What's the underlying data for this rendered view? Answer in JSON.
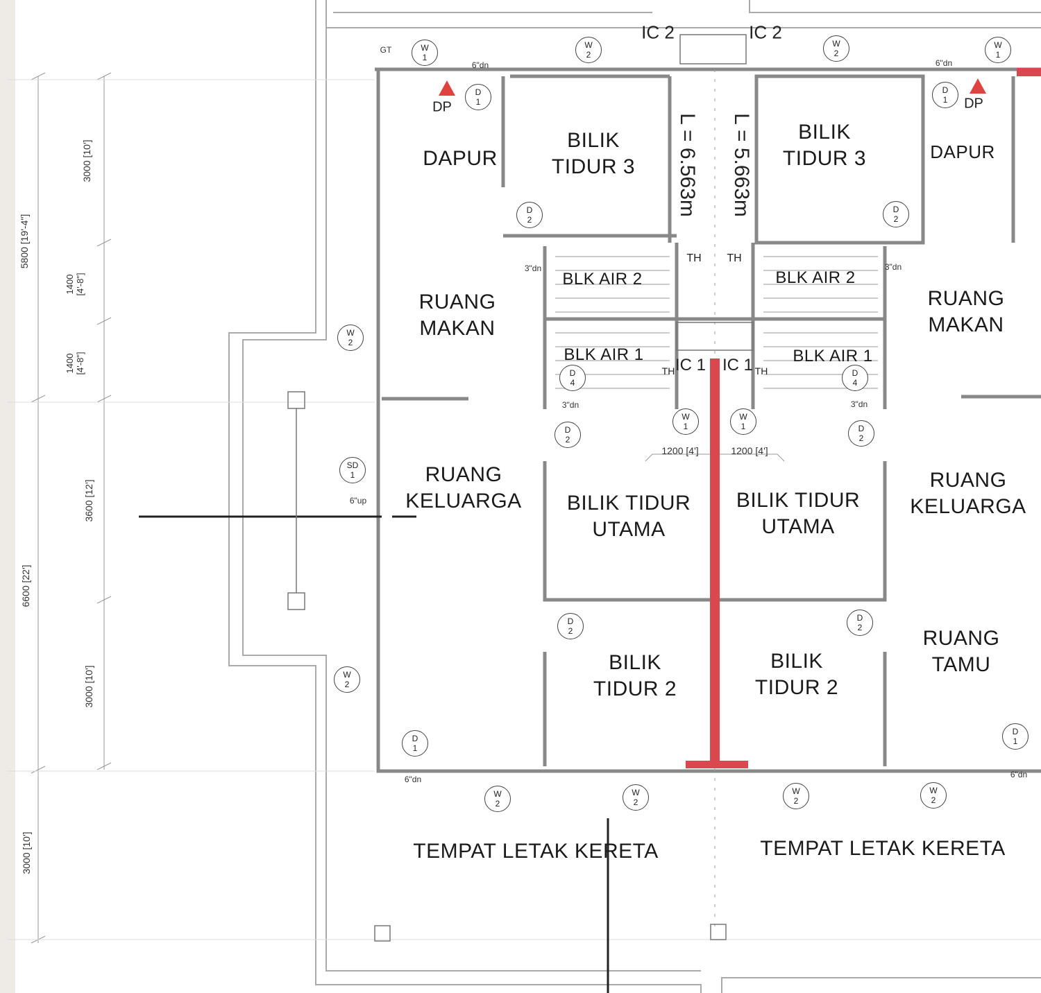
{
  "colors": {
    "party_wall": "#d9474f",
    "drain_point": "#e0433f",
    "wall": "#9a9a9a",
    "background": "#ffffff"
  },
  "rooms": {
    "dapur_left": "DAPUR",
    "dapur_right": "DAPUR",
    "bilik_tidur_3_left": [
      "BILIK",
      "TIDUR 3"
    ],
    "bilik_tidur_3_right": [
      "BILIK",
      "TIDUR 3"
    ],
    "ruang_makan_left": [
      "RUANG",
      "MAKAN"
    ],
    "ruang_makan_right": [
      "RUANG",
      "MAKAN"
    ],
    "blk_air_2_left": "BLK AIR 2",
    "blk_air_2_right": "BLK AIR 2",
    "blk_air_1_left": "BLK AIR 1",
    "blk_air_1_right": "BLK AIR 1",
    "ruang_keluarga_left": [
      "RUANG",
      "KELUARGA"
    ],
    "ruang_keluarga_right": [
      "RUANG",
      "KELUARGA"
    ],
    "bilik_tidur_utama_left": [
      "BILIK TIDUR",
      "UTAMA"
    ],
    "bilik_tidur_utama_right": [
      "BILIK TIDUR",
      "UTAMA"
    ],
    "bilik_tidur_2_left": [
      "BILIK",
      "TIDUR 2"
    ],
    "bilik_tidur_2_right": [
      "BILIK",
      "TIDUR 2"
    ],
    "ruang_tamu": [
      "RUANG",
      "TAMU"
    ],
    "tempat_letak_kereta_left": "TEMPAT LETAK KERETA",
    "tempat_letak_kereta_right": "TEMPAT LETAK KERETA"
  },
  "annotations": {
    "ic2": "IC 2",
    "ic1": "IC 1",
    "th": "TH",
    "dp": "DP",
    "gt": "GT",
    "dn6": "6\"dn",
    "dn3": "3\"dn",
    "up6": "6\"up",
    "len_left": "L = 6.563m",
    "len_right": "L = 5.663m",
    "w1200": "1200 [4']"
  },
  "tags": {
    "D": "D",
    "W": "W",
    "SD": "SD",
    "n1": "1",
    "n2": "2",
    "n4": "4"
  },
  "dimensions": {
    "overall": [
      "5800 [19'-4\"]",
      "6600 [22']",
      "3000 [10']"
    ],
    "detail": [
      "3000 [10']",
      "1400\n[4'-8\"]",
      "1400\n[4'-8\"]",
      "3600 [12']",
      "3000 [10']"
    ]
  }
}
